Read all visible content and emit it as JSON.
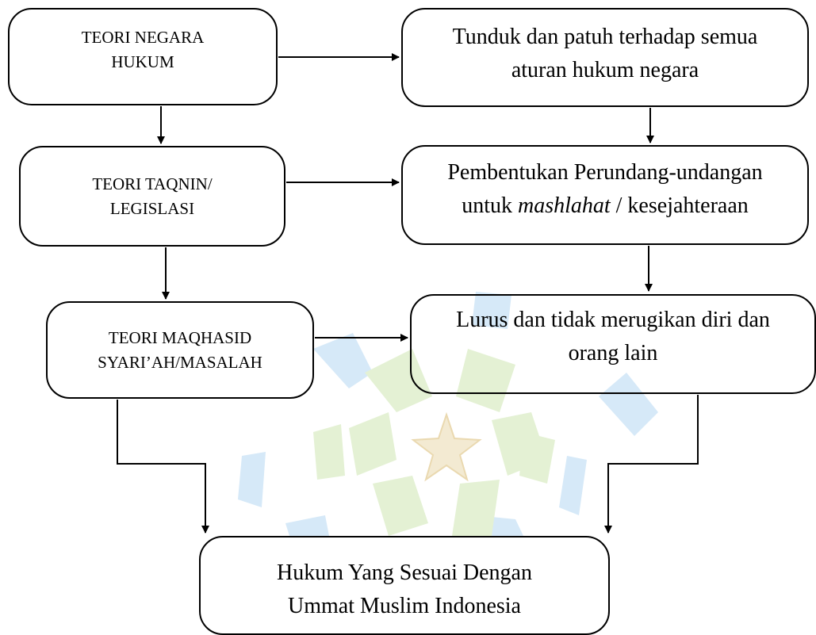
{
  "boxes": {
    "teori_negara_hukum": {
      "line1": "TEORI NEGARA",
      "line2": "HUKUM"
    },
    "teori_taqnin": {
      "line1": "TEORI TAQNIN/",
      "line2": "LEGISLASI"
    },
    "teori_maqhasid": {
      "line1": "TEORI MAQHASID",
      "line2": "SYARI’AH/MASALAH"
    },
    "tunduk": {
      "line1": "Tunduk dan patuh terhadap semua",
      "line2": "aturan hukum negara"
    },
    "pembentukan": {
      "line1": "Pembentukan Perundang-undangan",
      "line2_pre": "untuk ",
      "line2_italic": "mashlahat",
      "line2_post": " / kesejahteraan"
    },
    "lurus": {
      "line1": "Lurus dan tidak merugikan diri dan",
      "line2": "orang lain"
    },
    "hukum_sesuai": {
      "line1": "Hukum Yang Sesuai Dengan",
      "line2": "Ummat Muslim Indonesia"
    }
  },
  "colors": {
    "line": "#000000",
    "watermark_blue": "#d6e9f8",
    "watermark_green": "#e4f1d4",
    "watermark_star": "#f3ead2"
  }
}
